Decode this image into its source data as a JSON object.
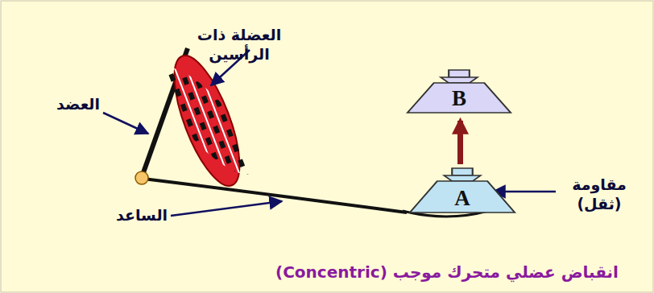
{
  "diagram": {
    "caption": "انقباض عضلي متحرك موجب (Concentric)",
    "nodes": [
      {
        "text": [
          "B"
        ]
      },
      {
        "text": [
          "A"
        ]
      }
    ],
    "edges": [
      {
        "from": 1,
        "to": 0,
        "arrow": "to"
      }
    ],
    "labels": [
      "العضلة ذات الرأسين",
      "العضد",
      "الساعد",
      "مقاومة (ثقل)"
    ]
  }
}
